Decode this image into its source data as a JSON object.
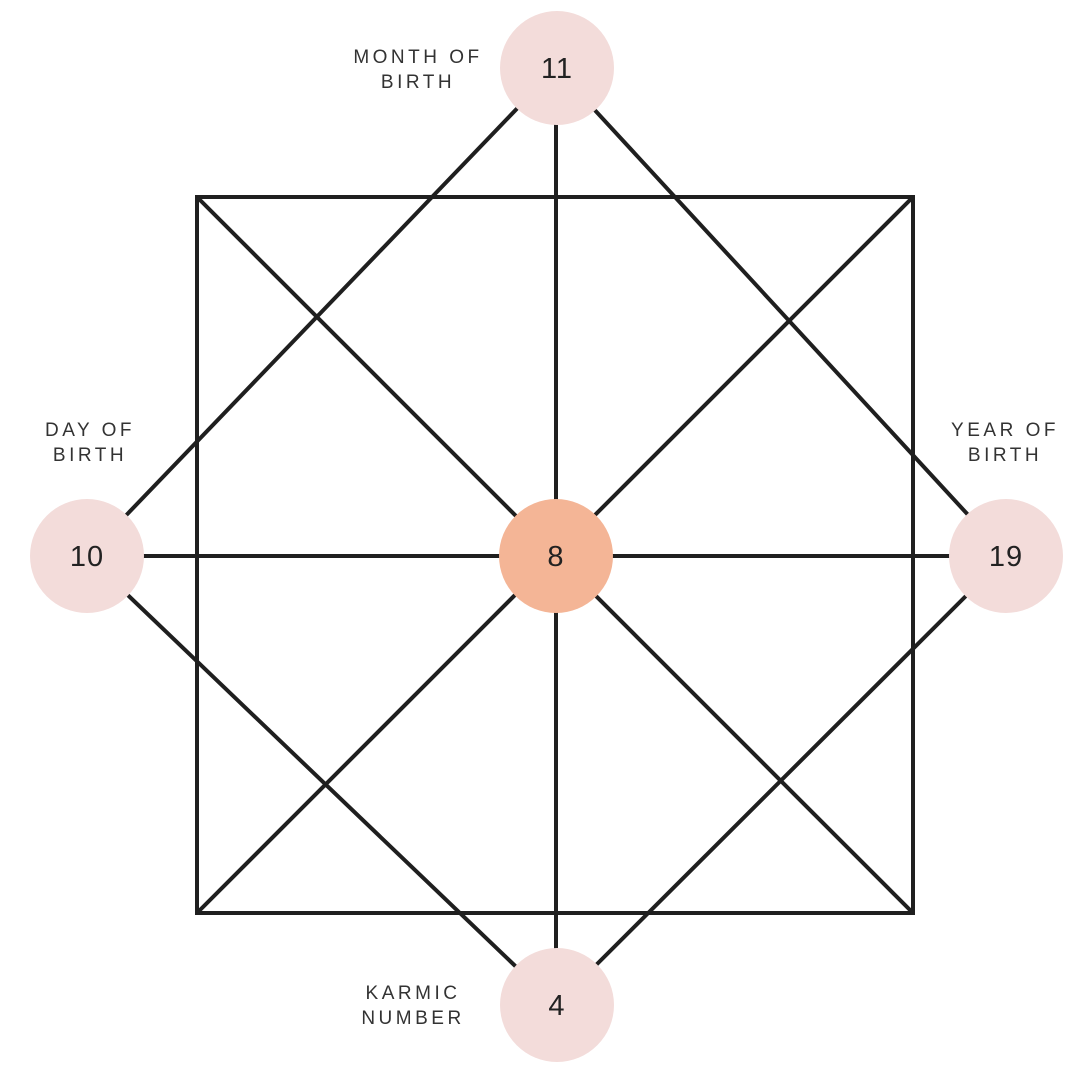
{
  "colors": {
    "line": "#1f1f1f",
    "outer_node": "#f3dcda",
    "center_node": "#f4b596",
    "text": "#222222"
  },
  "nodes": {
    "month": {
      "value": "11",
      "label_line1": "MONTH OF",
      "label_line2": "BIRTH"
    },
    "day": {
      "value": "10",
      "label_line1": "DAY OF",
      "label_line2": "BIRTH"
    },
    "year": {
      "value": "19",
      "label_line1": "YEAR OF",
      "label_line2": "BIRTH"
    },
    "karmic": {
      "value": "4",
      "label_line1": "KARMIC",
      "label_line2": "NUMBER"
    },
    "center": {
      "value": "8"
    }
  }
}
